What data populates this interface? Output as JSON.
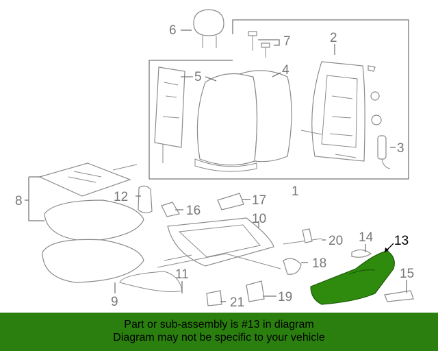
{
  "diagram": {
    "callouts": [
      {
        "id": "c1",
        "label": "1"
      },
      {
        "id": "c2",
        "label": "2"
      },
      {
        "id": "c3",
        "label": "3"
      },
      {
        "id": "c4",
        "label": "4"
      },
      {
        "id": "c5",
        "label": "5"
      },
      {
        "id": "c6",
        "label": "6"
      },
      {
        "id": "c7",
        "label": "7"
      },
      {
        "id": "c8",
        "label": "8"
      },
      {
        "id": "c9",
        "label": "9"
      },
      {
        "id": "c10",
        "label": "10"
      },
      {
        "id": "c11",
        "label": "11"
      },
      {
        "id": "c12",
        "label": "12"
      },
      {
        "id": "c13",
        "label": "13",
        "highlighted": true
      },
      {
        "id": "c14",
        "label": "14"
      },
      {
        "id": "c15",
        "label": "15"
      },
      {
        "id": "c16",
        "label": "16"
      },
      {
        "id": "c17",
        "label": "17"
      },
      {
        "id": "c18",
        "label": "18"
      },
      {
        "id": "c19",
        "label": "19"
      },
      {
        "id": "c20",
        "label": "20"
      },
      {
        "id": "c21",
        "label": "21"
      }
    ],
    "highlight_color": "#2e8b0d"
  },
  "banner": {
    "line1": "Part or sub-assembly is #13 in diagram",
    "line2": "Diagram may not be specific to your vehicle",
    "background": "#2a7f0e"
  }
}
